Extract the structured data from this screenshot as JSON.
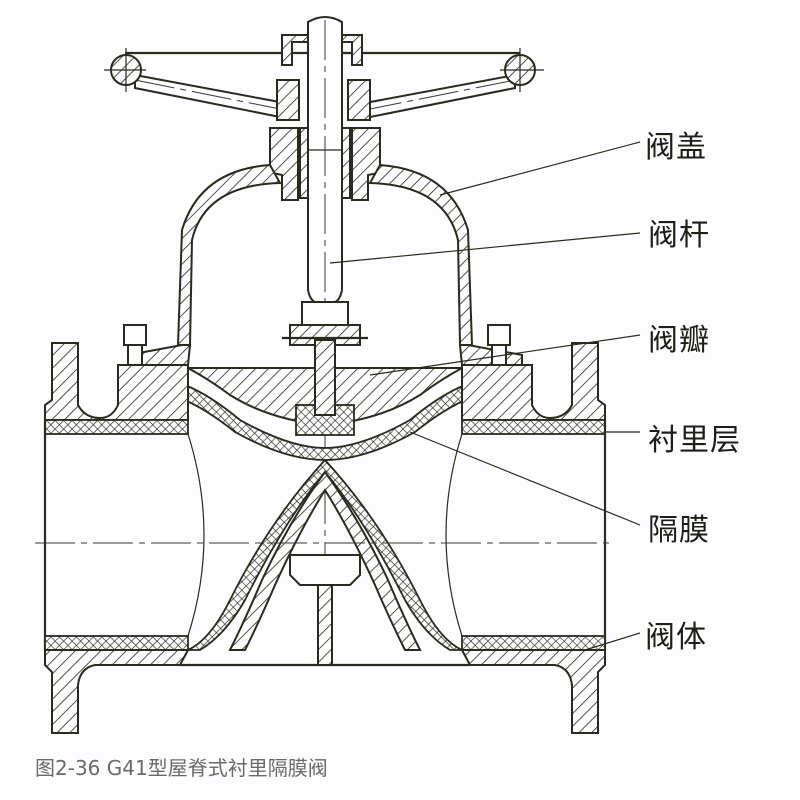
{
  "figure": {
    "caption": "图2-36 G41型屋脊式衬里隔膜阀",
    "subject": "G41 ridge-type lined diaphragm valve cross-section"
  },
  "labels": {
    "bonnet": "阀盖",
    "stem": "阀杆",
    "disc": "阀瓣",
    "lining": "衬里层",
    "diaphragm": "隔膜",
    "body": "阀体"
  },
  "colors": {
    "line": "#2a2a1e",
    "background": "#fdfcfe",
    "label_text": "#1e1e18",
    "caption_text": "#6a6a6a"
  }
}
